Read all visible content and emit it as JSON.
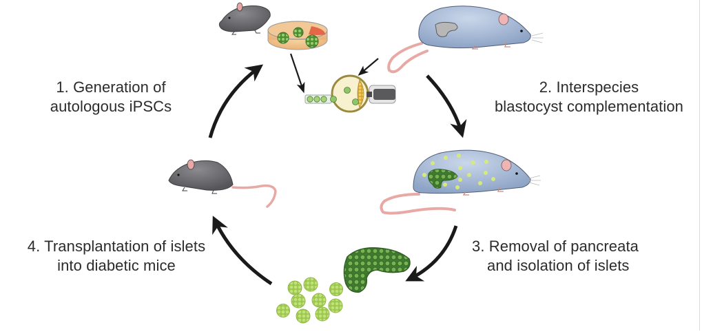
{
  "figure": {
    "type": "cycle-diagram",
    "steps": [
      {
        "number": "1.",
        "line1": "1. Generation of",
        "line2": "autologous iPSCs"
      },
      {
        "number": "2.",
        "line1": "2. Interspecies",
        "line2": "blastocyst complementation"
      },
      {
        "number": "3.",
        "line1": "3. Removal of pancreata",
        "line2": "and isolation of islets"
      },
      {
        "number": "4.",
        "line1": "4. Transplantation of islets",
        "line2": "into diabetic mice"
      }
    ],
    "illustrations": [
      "diabetic-mouse-donor",
      "ipsc-culture-dish",
      "blastocyst-injection",
      "chimeric-rat",
      "rat-with-mouse-pancreas",
      "isolated-pancreas",
      "isolated-islets",
      "transplanted-mouse"
    ],
    "colors": {
      "mouse": "#6e6e72",
      "rat": "#a9bcd8",
      "tail": "#e9a9a6",
      "pancreas": "#4f8a3a",
      "islets": "#a8cf58",
      "arrow": "#1a1a1a",
      "text": "#2b2b2b"
    }
  }
}
